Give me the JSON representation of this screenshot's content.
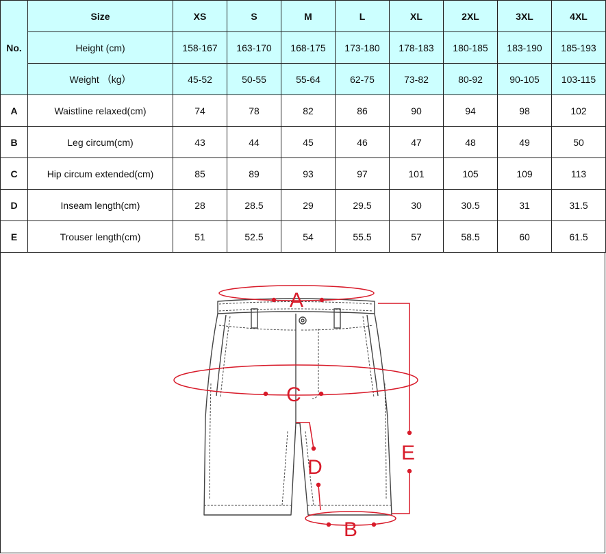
{
  "table": {
    "no_label": "No.",
    "size_label": "Size",
    "sizes": [
      "XS",
      "S",
      "M",
      "L",
      "XL",
      "2XL",
      "3XL",
      "4XL"
    ],
    "height_label": "Height (cm)",
    "heights": [
      "158-167",
      "163-170",
      "168-175",
      "173-180",
      "178-183",
      "180-185",
      "183-190",
      "185-193"
    ],
    "weight_label": "Weight （kg）",
    "weights": [
      "45-52",
      "50-55",
      "55-64",
      "62-75",
      "73-82",
      "80-92",
      "90-105",
      "103-115"
    ],
    "rows": [
      {
        "letter": "A",
        "label": "Waistline relaxed(cm)",
        "values": [
          "74",
          "78",
          "82",
          "86",
          "90",
          "94",
          "98",
          "102"
        ]
      },
      {
        "letter": "B",
        "label": "Leg circum(cm)",
        "values": [
          "43",
          "44",
          "45",
          "46",
          "47",
          "48",
          "49",
          "50"
        ]
      },
      {
        "letter": "C",
        "label": "Hip circum extended(cm)",
        "values": [
          "85",
          "89",
          "93",
          "97",
          "101",
          "105",
          "109",
          "113"
        ]
      },
      {
        "letter": "D",
        "label": "Inseam length(cm)",
        "values": [
          "28",
          "28.5",
          "29",
          "29.5",
          "30",
          "30.5",
          "31",
          "31.5"
        ]
      },
      {
        "letter": "E",
        "label": "Trouser length(cm)",
        "values": [
          "51",
          "52.5",
          "54",
          "55.5",
          "57",
          "58.5",
          "60",
          "61.5"
        ]
      }
    ]
  },
  "diagram": {
    "markers": {
      "a": "A",
      "b": "B",
      "c": "C",
      "d": "D",
      "e": "E"
    },
    "marker_color": "#d81b2a",
    "line_color": "#444444"
  },
  "colors": {
    "header_bg": "#ccffff",
    "border": "#222222"
  }
}
